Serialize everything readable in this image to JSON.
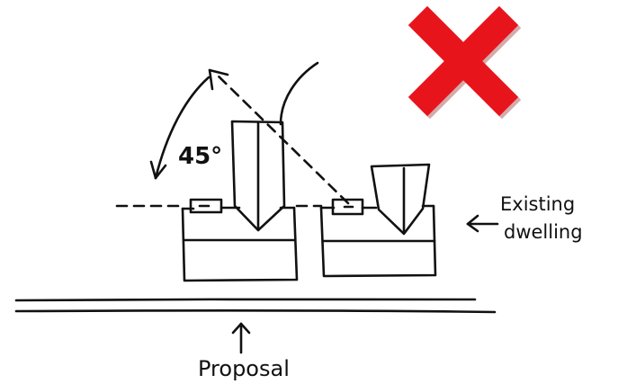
{
  "annotations": {
    "angle_label": "45°",
    "existing_line1": "Existing",
    "existing_line2": "dwelling",
    "proposal_label": "Proposal"
  },
  "status": {
    "verdict_icon": "red-cross-icon",
    "verdict_color": "#e8141c"
  },
  "geometry_measure": {
    "angle_degrees": 45
  }
}
